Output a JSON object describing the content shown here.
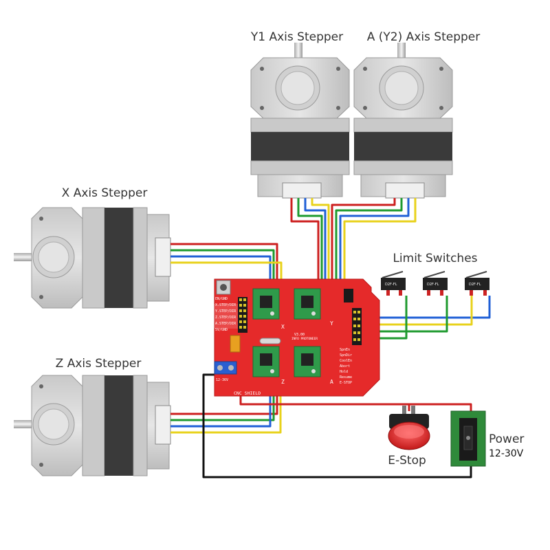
{
  "labels": {
    "y1_stepper": "Y1 Axis Stepper",
    "a_stepper": "A (Y2) Axis Stepper",
    "x_stepper": "X Axis Stepper",
    "z_stepper": "Z Axis Stepper",
    "limit_switches": "Limit Switches",
    "estop": "E-Stop",
    "power": "Power",
    "voltage": "12-30V"
  },
  "board": {
    "silk_left": [
      "EN/GND",
      "X.STEP/DIR",
      "Y.STEP/DIR",
      "Z.STEP/DIR",
      "A.STEP/DIR",
      "5V/GND"
    ],
    "silk_right": [
      "SpnEn",
      "SpnDir",
      "CoolEn",
      "Abort",
      "Hold",
      "Resume",
      "E-STOP"
    ],
    "axis_letters": [
      "X",
      "Y",
      "Z",
      "A"
    ],
    "board_name": "CNC SHIELD",
    "version": "V3.00",
    "website": "INFO PROTONEER",
    "power_terminal": "12-36V",
    "switch_text": "D2F-FL"
  },
  "colors": {
    "wire_red": "#cc1f1f",
    "wire_green": "#1e9a2e",
    "wire_blue": "#1f5fd6",
    "wire_yellow": "#e8d21b",
    "wire_black": "#111111",
    "board_red": "#e52a2a",
    "driver_green": "#2f9a4a"
  }
}
